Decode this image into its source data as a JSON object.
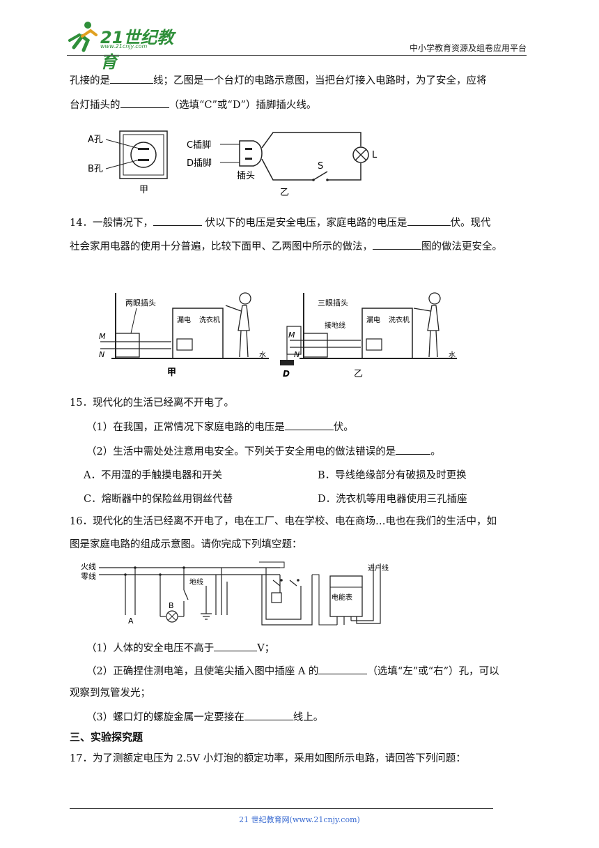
{
  "header": {
    "logo_text": "21世纪教育",
    "logo_url": "www.21cnjy.com",
    "right_text": "中小学教育资源及组卷应用平台"
  },
  "q13": {
    "line1_a": "孔接的是",
    "line1_b": "线；乙图是一个台灯的电路示意图，当把台灯接入电路时，为了安全，应将",
    "line2_a": "台灯插头的",
    "line2_b": "（选填“C”或“D”）插脚插火线。",
    "fig": {
      "hole_a": "A孔",
      "hole_b": "B孔",
      "jia": "甲",
      "pin_c": "C插脚",
      "pin_d": "D插脚",
      "plug": "插头",
      "switch": "S",
      "lamp": "L",
      "yi": "乙"
    }
  },
  "q14": {
    "line1_a": "14．一般情况下，",
    "line1_b": " 伏以下的电压是安全电压，家庭电路的电压是",
    "line1_c": "伏。现代",
    "line2_a": "社会家用电器的使用十分普遍，比较下面甲、乙两图中所示的做法，",
    "line2_b": "图的做法更安全。",
    "fig": {
      "two_pin": "两眼插头",
      "three_pin": "三眼插头",
      "ground_wire": "接地线",
      "leak": "漏电",
      "washer": "洗衣机",
      "m": "M",
      "n": "N",
      "d": "D",
      "water": "水",
      "jia": "甲",
      "yi": "乙"
    }
  },
  "q15": {
    "stem": "15．现代化的生活已经离不开电了。",
    "sub1_a": "（1）在我国，正常情况下家庭电路的电压是",
    "sub1_b": "伏。",
    "sub2_a": "（2）生活中需处处注意用电安全。下列关于安全用电的做法错误的是",
    "sub2_b": "。",
    "options": {
      "a": "A．不用湿的手触摸电器和开关",
      "b": "B．导线绝缘部分有破损及时更换",
      "c": "C．熔断器中的保险丝用铜丝代替",
      "d": "D．洗衣机等用电器使用三孔插座"
    }
  },
  "q16": {
    "line1": "16．现代化的生活已经离不开电了，电在工厂、电在学校、电在商场…电也在我们的生活中，如",
    "line2": "图是家庭电路的组成示意图。请你完成下列填空题：",
    "fig": {
      "live": "火线",
      "neutral": "零线",
      "ground": "地线",
      "a": "A",
      "b": "B",
      "meter": "电能表",
      "inlet": "进户线"
    },
    "sub1_a": "（1）人体的安全电压不高于",
    "sub1_b": "V；",
    "sub2_a": "（2）正确捏住测电笔，且使笔尖插入图中插座 A 的",
    "sub2_b": "（选填“左”或“右”）孔，可以",
    "sub2_c": "观察到氖管发光；",
    "sub3_a": "（3）螺口灯的螺旋金属一定要接在",
    "sub3_b": "线上。"
  },
  "section3": "三、实验探究题",
  "q17": "17．为了测额定电压为 2.5V 小灯泡的额定功率，采用如图所示电路，请回答下列问题：",
  "footer": "21 世纪教育网(www.21cnjy.com)"
}
